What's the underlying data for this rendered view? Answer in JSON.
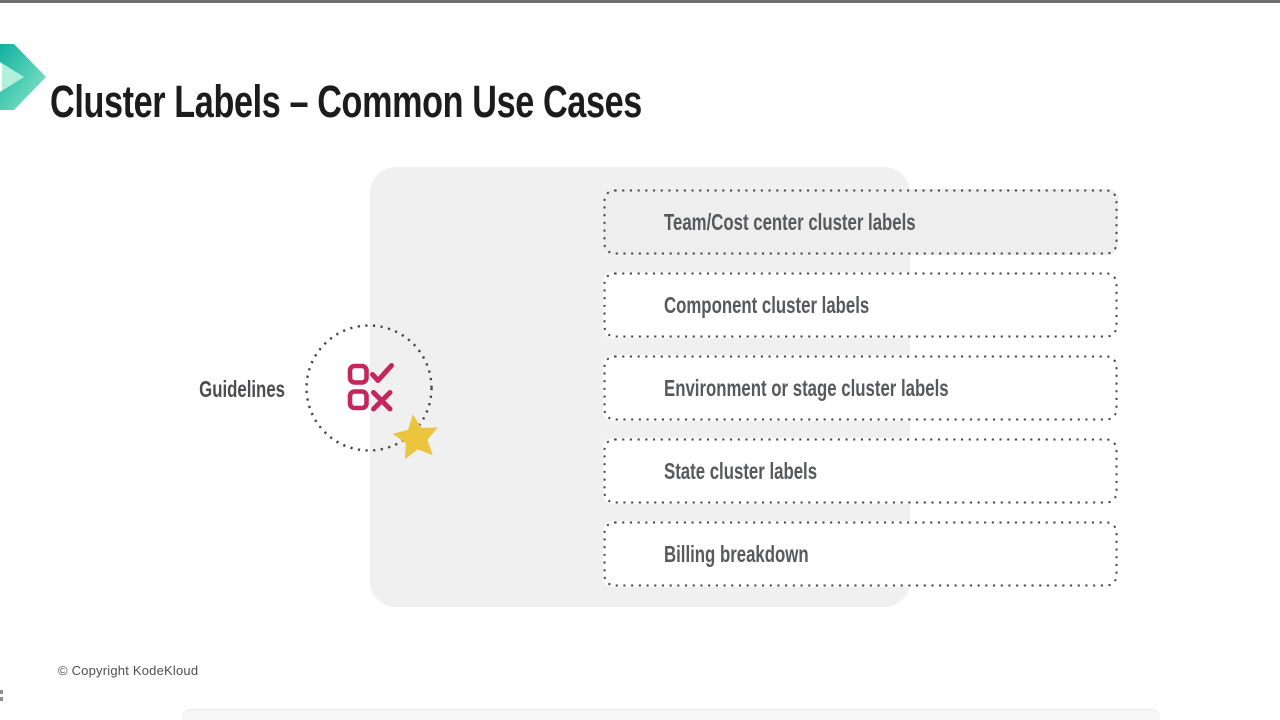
{
  "slide": {
    "title": "Cluster Labels – Common Use Cases",
    "guidelines_label": "Guidelines",
    "copyright": "© Copyright KodeKloud",
    "use_cases": [
      {
        "label": "Team/Cost center cluster labels",
        "highlighted": true
      },
      {
        "label": "Component cluster labels",
        "highlighted": false
      },
      {
        "label": "Environment or stage cluster labels",
        "highlighted": false
      },
      {
        "label": "State cluster labels",
        "highlighted": false
      },
      {
        "label": "Billing breakdown",
        "highlighted": false
      }
    ],
    "icons": {
      "accent": "chevron-accent-icon",
      "circle_icon": "do-dont-checklist-icon",
      "badge": "star-icon"
    },
    "colors": {
      "accent_teal": "#0fb0a0",
      "accent_mint": "#8fe9c9",
      "icon_pink": "#c5275c",
      "star_yellow": "#eac53d",
      "panel_gray": "#f0f0f0",
      "dotted_border": "#454545",
      "label_text": "#58595b",
      "title_text": "#1c1c1c",
      "top_rule": "#6e6e6e"
    }
  }
}
